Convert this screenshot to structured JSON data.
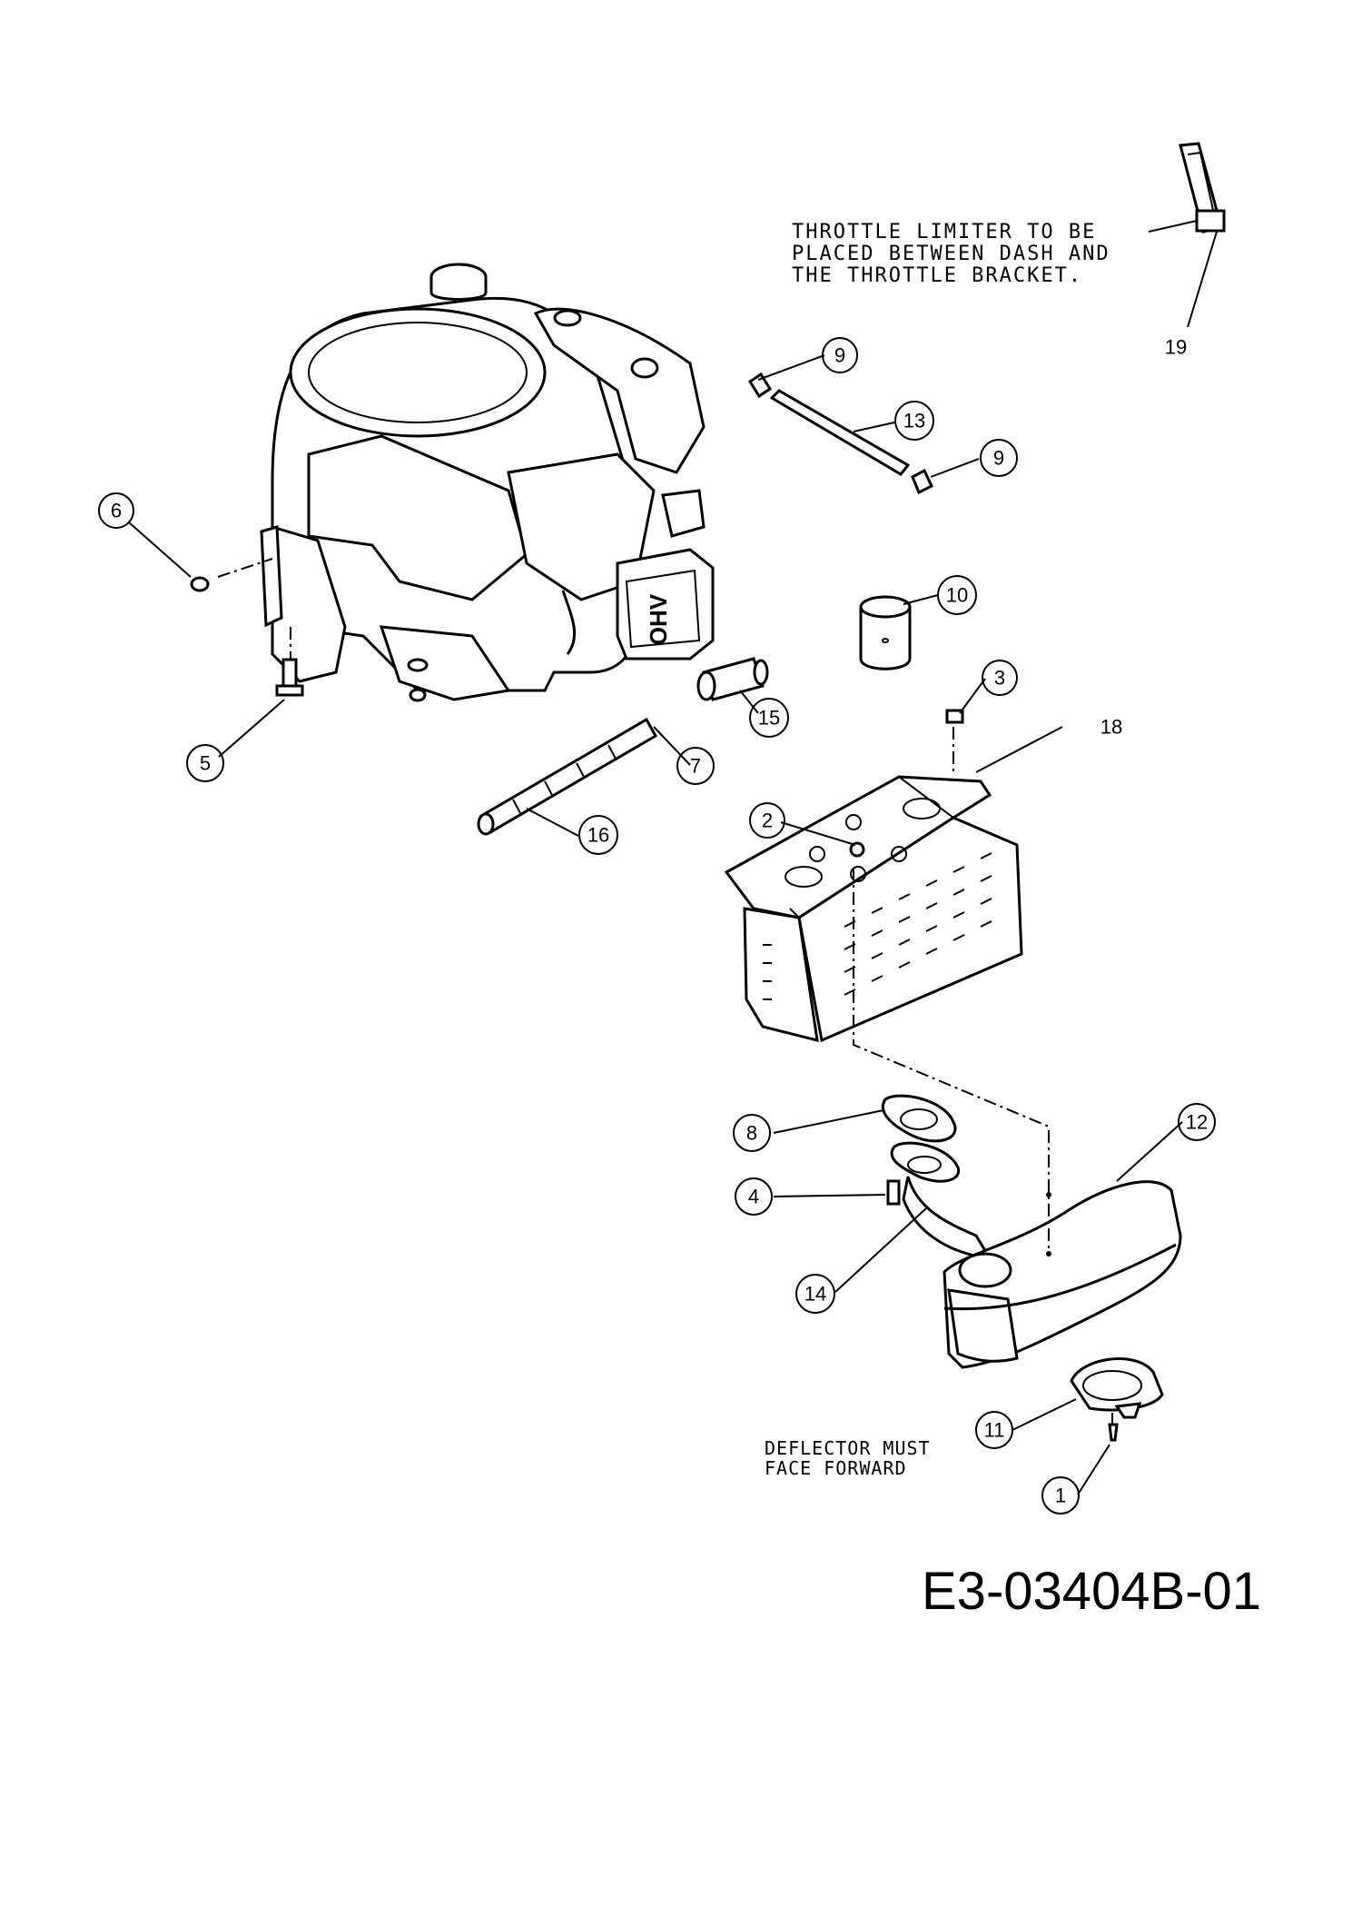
{
  "notes": {
    "throttle_limiter": "THROTTLE LIMITER TO BE\nPLACED BETWEEN DASH AND\nTHE THROTTLE BRACKET.",
    "deflector": "DEFLECTOR MUST\nFACE FORWARD"
  },
  "drawing_id": "E3-03404B-01",
  "engine_label": "OHV",
  "callouts": [
    "1",
    "2",
    "3",
    "4",
    "5",
    "6",
    "7",
    "8",
    "9",
    "9",
    "10",
    "11",
    "12",
    "13",
    "14",
    "15",
    "16",
    "18",
    "19"
  ]
}
